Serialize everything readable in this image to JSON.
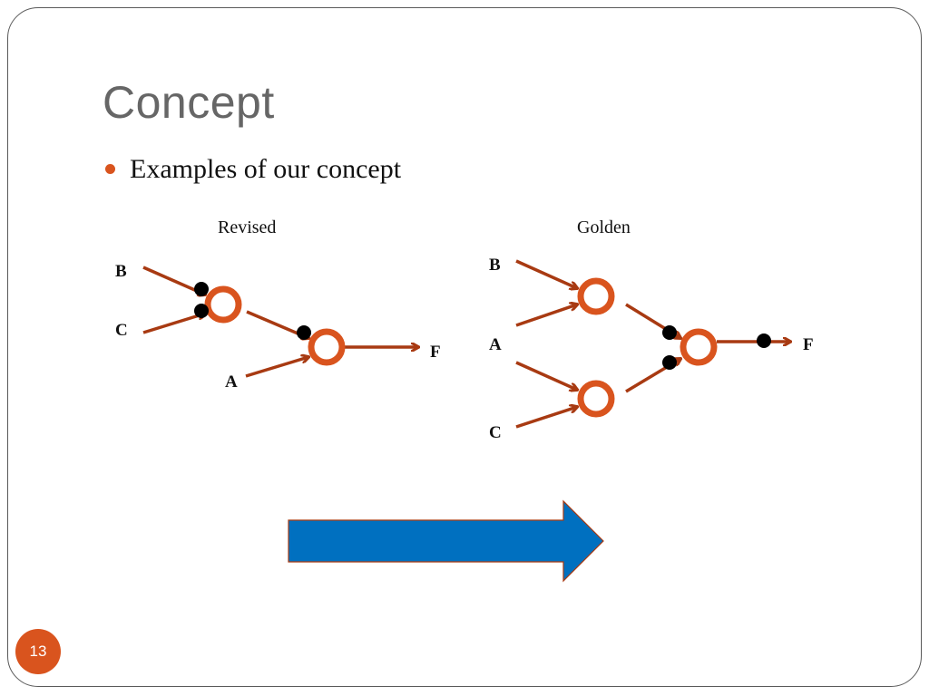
{
  "slide": {
    "title": "Concept",
    "bullet": "Examples of our concept",
    "page_number": "13"
  },
  "diagrams": {
    "revised": {
      "caption": "Revised",
      "inputs": [
        "B",
        "C",
        "A"
      ],
      "output": "F"
    },
    "golden": {
      "caption": "Golden",
      "inputs": [
        "B",
        "A",
        "C"
      ],
      "output": "F"
    }
  },
  "colors": {
    "accent": "#d9541e",
    "wire": "#a83a12",
    "arrow_fill": "#0070c0",
    "arrow_stroke": "#a83a12",
    "title": "#666666"
  }
}
